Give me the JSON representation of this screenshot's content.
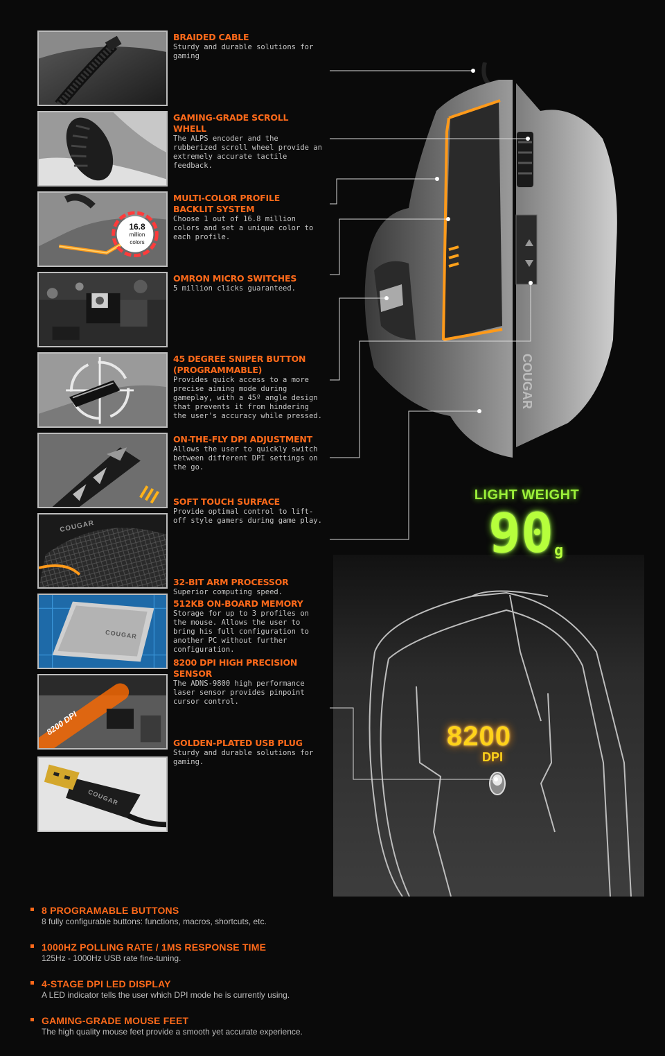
{
  "features": [
    {
      "title": "BRAIDED CABLE",
      "desc": "Sturdy and durable solutions for gaming"
    },
    {
      "title": "GAMING-GRADE SCROLL WHELL",
      "desc": "The ALPS encoder and the rubberized scroll wheel provide an extremely accurate tactile feedback."
    },
    {
      "title": "MULTI-COLOR PROFILE BACKLIT SYSTEM",
      "desc": "Choose 1 out of 16.8 million colors and set a unique color to each profile."
    },
    {
      "title": "OMRON MICRO SWITCHES",
      "desc": "5 million clicks guaranteed."
    },
    {
      "title": "45 DEGREE SNIPER BUTTON (PROGRAMMABLE)",
      "desc": "Provides quick access to a more precise aiming mode during gameplay, with a 45º angle design that prevents it from hindering the user's accuracy while pressed."
    },
    {
      "title": "ON-THE-FLY DPI ADJUSTMENT",
      "desc": "Allows the user to quickly switch between different DPI settings on the go."
    },
    {
      "title": "SOFT TOUCH SURFACE",
      "desc": "Provide optimal control to lift-off style gamers during game play."
    },
    {
      "title": "32-BIT ARM PROCESSOR",
      "desc": "Superior computing speed."
    },
    {
      "title": "512KB ON-BOARD MEMORY",
      "desc": "Storage for up to 3 profiles on the mouse. Allows the user to bring his full configuration to another PC without further configuration."
    },
    {
      "title": "8200 DPI HIGH PRECISION SENSOR",
      "desc": "The ADNS-9800 high performance laser sensor provides pinpoint cursor control."
    },
    {
      "title": "GOLDEN-PLATED USB PLUG",
      "desc": "Sturdy and durable solutions for gaming."
    }
  ],
  "thumb_text": {
    "colors_num": "16.8",
    "colors_l1": "million",
    "colors_l2": "colors",
    "dpi_badge": "8200 DPI",
    "brand": "COUGAR"
  },
  "weight": {
    "title": "LIGHT WEIGHT",
    "value": "90",
    "unit": "g"
  },
  "dpi": {
    "value": "8200",
    "label": "DPI"
  },
  "bottom_features": [
    {
      "title": "8 PROGRAMABLE BUTTONS",
      "desc": "8 fully configurable buttons: functions, macros, shortcuts, etc."
    },
    {
      "title": "1000HZ POLLING RATE / 1MS RESPONSE TIME",
      "desc": "125Hz - 1000Hz USB rate fine-tuning."
    },
    {
      "title": "4-STAGE DPI LED DISPLAY",
      "desc": "A LED indicator tells the user which DPI mode he is currently using."
    },
    {
      "title": "GAMING-GRADE MOUSE FEET",
      "desc": "The high quality mouse feet provide a smooth yet accurate experience."
    }
  ],
  "colors": {
    "accent": "#ff6a1a",
    "weight_green": "#b6ff3c",
    "dpi_yellow": "#ffd21a",
    "led_orange": "#ffa21a"
  }
}
